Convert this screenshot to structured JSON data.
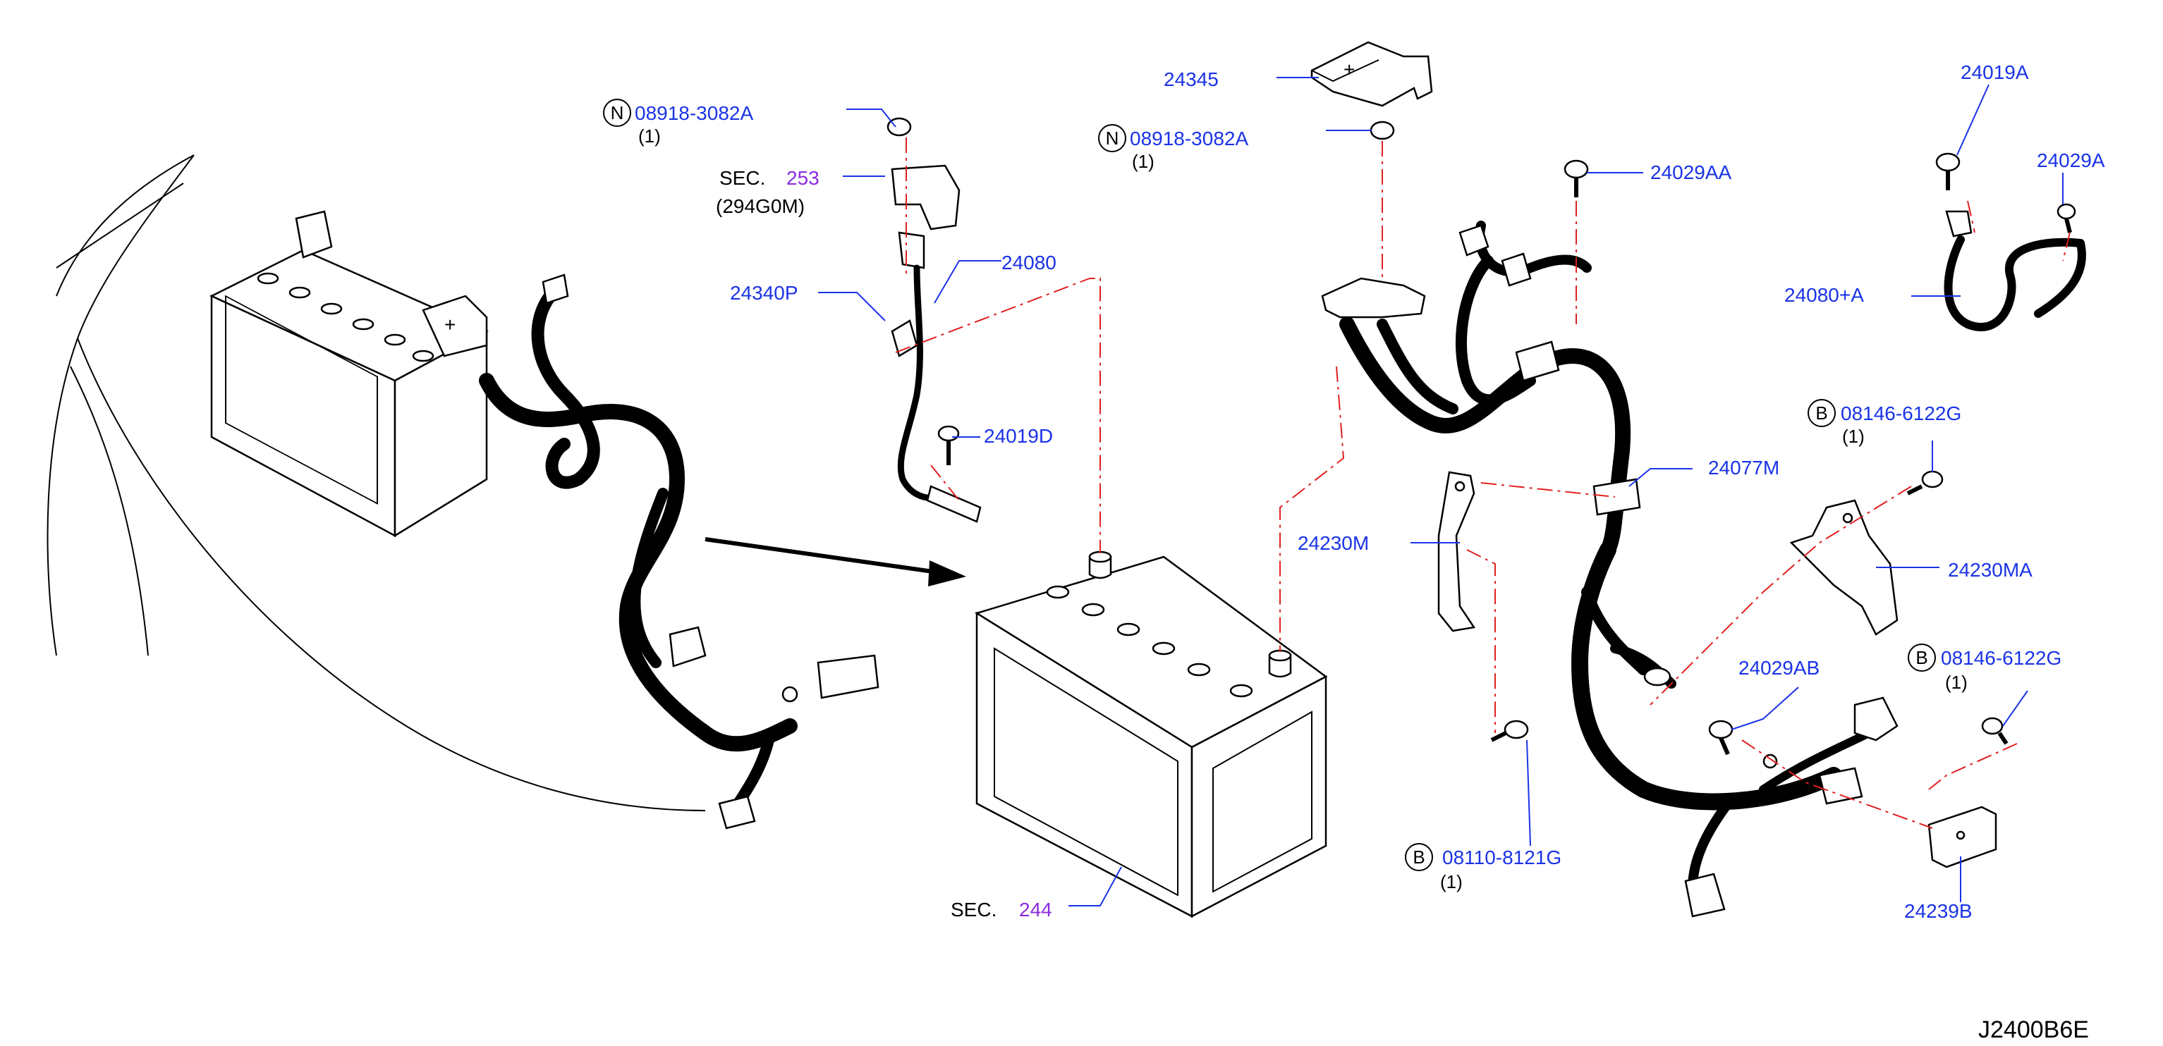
{
  "diagram": {
    "drawing_code": "J2400B6E",
    "callouts": {
      "nut_top_left": {
        "prefix": "N",
        "part": "08918-3082A",
        "qty": "(1)"
      },
      "sec_253": {
        "sec": "SEC.",
        "num": "253",
        "sub": "(294G0M)"
      },
      "c24340P": {
        "part": "24340P"
      },
      "c24080": {
        "part": "24080"
      },
      "c24019D": {
        "part": "24019D"
      },
      "c24345": {
        "part": "24345"
      },
      "nut_center": {
        "prefix": "N",
        "part": "08918-3082A",
        "qty": "(1)"
      },
      "c24029AA": {
        "part": "24029AA"
      },
      "c24019A": {
        "part": "24019A"
      },
      "c24029A": {
        "part": "24029A"
      },
      "c24080A": {
        "part": "24080+A"
      },
      "bolt_b_upper": {
        "prefix": "B",
        "part": "08146-6122G",
        "qty": "(1)"
      },
      "c24077M": {
        "part": "24077M"
      },
      "c24230M": {
        "part": "24230M"
      },
      "c24230MA": {
        "part": "24230MA"
      },
      "bolt_b_right": {
        "prefix": "B",
        "part": "08146-6122G",
        "qty": "(1)"
      },
      "c24029AB": {
        "part": "24029AB"
      },
      "bolt_b_lower": {
        "prefix": "B",
        "part": "08110-8121G",
        "qty": "(1)"
      },
      "c24239B": {
        "part": "24239B"
      },
      "sec_244": {
        "sec": "SEC.",
        "num": "244"
      }
    }
  }
}
